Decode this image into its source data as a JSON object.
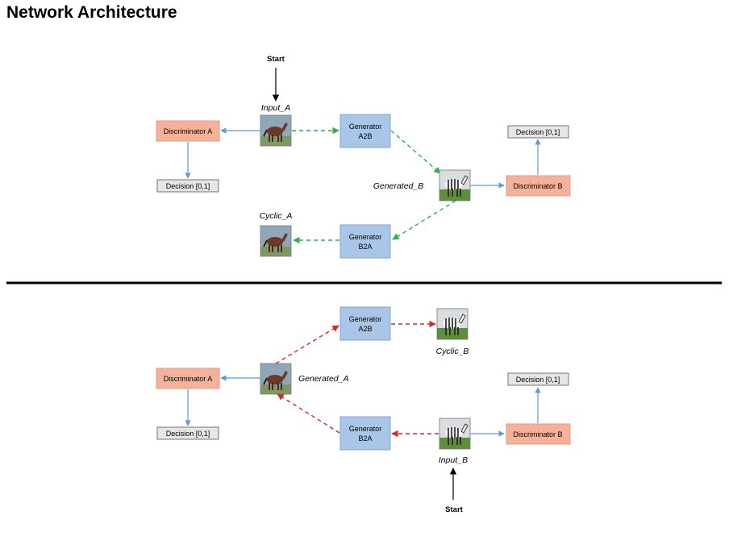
{
  "title": "Network Architecture",
  "colors": {
    "discriminator_fill": "#f4b29a",
    "discriminator_stroke": "#e39a80",
    "generator_fill": "#a9c6e8",
    "generator_stroke": "#7fa6d2",
    "decision_fill": "#e6e6e6",
    "green_dashed": "#2db34a",
    "red_dashed": "#d9262c",
    "blue_arrow": "#5b9bd5",
    "horse": "#6b3b2a",
    "zebra_bg": "#5c8f3a"
  },
  "top": {
    "start_label": "Start",
    "input_a_label": "Input_A",
    "cyclic_a_label": "Cyclic_A",
    "generated_b_label": "Generated_B",
    "discriminator_a": "Discriminator A",
    "discriminator_b": "Discriminator B",
    "decision_a": "Decision [0,1]",
    "decision_b": "Decision [0,1]",
    "generator_a2b_line1": "Generator",
    "generator_a2b_line2": "A2B",
    "generator_b2a_line1": "Generator",
    "generator_b2a_line2": "B2A"
  },
  "bottom": {
    "start_label": "Start",
    "input_b_label": "Input_B",
    "cyclic_b_label": "Cyclic_B",
    "generated_a_label": "Generated_A",
    "discriminator_a": "Discriminator A",
    "discriminator_b": "Discriminator B",
    "decision_a": "Decision [0,1]",
    "decision_b": "Decision [0,1]",
    "generator_a2b_line1": "Generator",
    "generator_a2b_line2": "A2B",
    "generator_b2a_line1": "Generator",
    "generator_b2a_line2": "B2A"
  }
}
